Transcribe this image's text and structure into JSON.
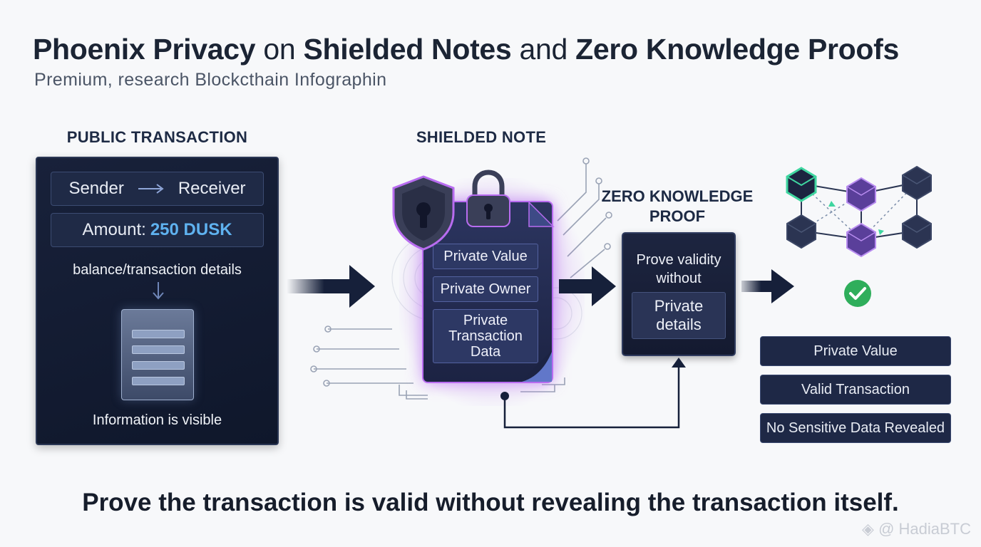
{
  "header": {
    "title_part1": "Phoenix Privacy",
    "title_part2": " on ",
    "title_part3": "Shielded Notes",
    "title_part4": " and ",
    "title_part5": "Zero Knowledge Proofs",
    "subtitle": "Premium, research Blockcthain Infographin"
  },
  "public": {
    "label": "PUBLIC TRANSACTION",
    "sender": "Sender",
    "arrow": "→",
    "receiver": "Receiver",
    "amount_label": "Amount:",
    "amount_value": "250 DUSK",
    "details": "balance/transaction details",
    "visible_note": "Information is visible"
  },
  "shielded": {
    "label": "SHIELDED NOTE",
    "fields": [
      "Private Value",
      "Private Owner",
      "Private Transaction Data"
    ]
  },
  "zk": {
    "label_line1": "ZERO KNOWLEDGE",
    "label_line2": "PROOF",
    "prove_text": "Prove validity without",
    "private_details": "Private details"
  },
  "results": {
    "items": [
      "Private Value",
      "Valid Transaction",
      "No Sensitive Data Revealed"
    ]
  },
  "footer": {
    "tagline": "Prove the transaction is valid without revealing the transaction itself."
  },
  "watermark": {
    "text": "@ HadiaBTC"
  },
  "colors": {
    "accent_blue": "#5fb2f0",
    "shield_purple": "#b86cf0",
    "check_green": "#2fae5b",
    "node_green": "#3fd6a0",
    "dark_navy": "#16203a"
  }
}
